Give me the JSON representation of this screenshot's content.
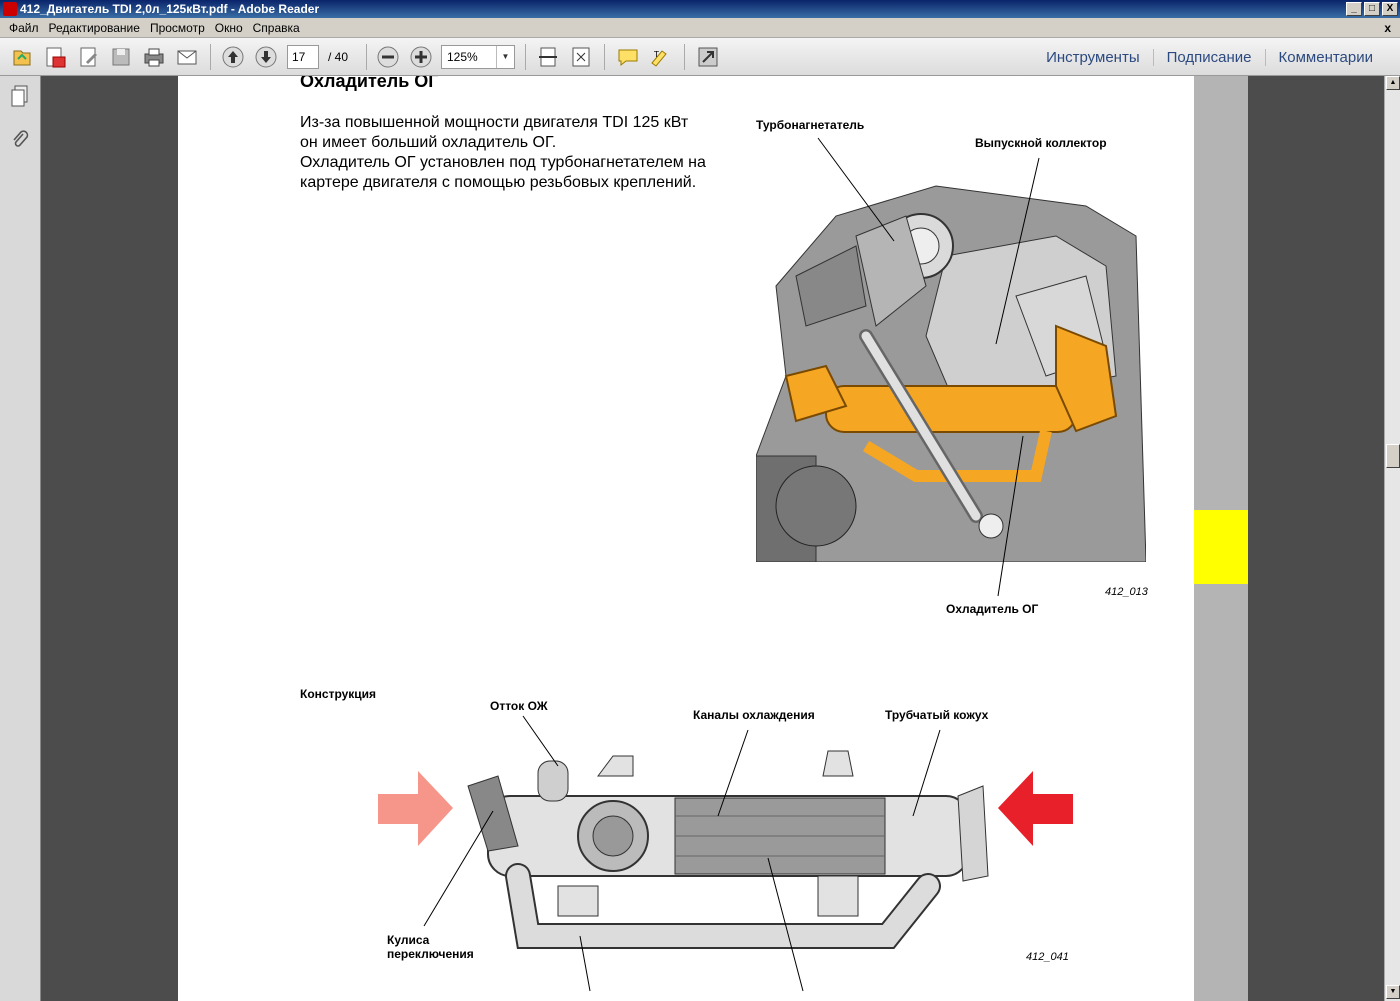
{
  "window": {
    "title": "412_Двигатель TDI 2,0л_125кВт.pdf - Adobe Reader",
    "min": "_",
    "max": "□",
    "close": "X",
    "close2": "x"
  },
  "menu": [
    "Файл",
    "Редактирование",
    "Просмотр",
    "Окно",
    "Справка"
  ],
  "toolbar": {
    "page_current": "17",
    "page_total": "/  40",
    "zoom": "125%",
    "zoom_dropdown": "▼"
  },
  "right_links": [
    "Инструменты",
    "Подписание",
    "Комментарии"
  ],
  "document": {
    "heading": "Охладитель ОГ",
    "paragraph": [
      "Из-за повышенной мощности двигателя TDI 125 кВт",
      "он имеет больший охладитель ОГ.",
      "Охладитель ОГ установлен под турбонагнетателем на",
      "картере двигателя с помощью резьбовых креплений."
    ],
    "figure1": {
      "label_turbo": "Турбонагнетатель",
      "label_manifold": "Выпускной коллектор",
      "label_cooler": "Охладитель ОГ",
      "code": "412_013"
    },
    "section2_title": "Конструкция",
    "figure2": {
      "label_outflow": "Отток ОЖ",
      "label_channels": "Каналы охлаждения",
      "label_jacket": "Трубчатый кожух",
      "label_flap_l1": "Кулиса",
      "label_flap_l2": "переключения",
      "code": "412_041"
    }
  },
  "colors": {
    "accent_orange": "#f5a623",
    "arrow_light": "#f6968a",
    "arrow_red": "#e8202a",
    "highlight": "#ffff00",
    "link_text": "#2c4a80"
  }
}
